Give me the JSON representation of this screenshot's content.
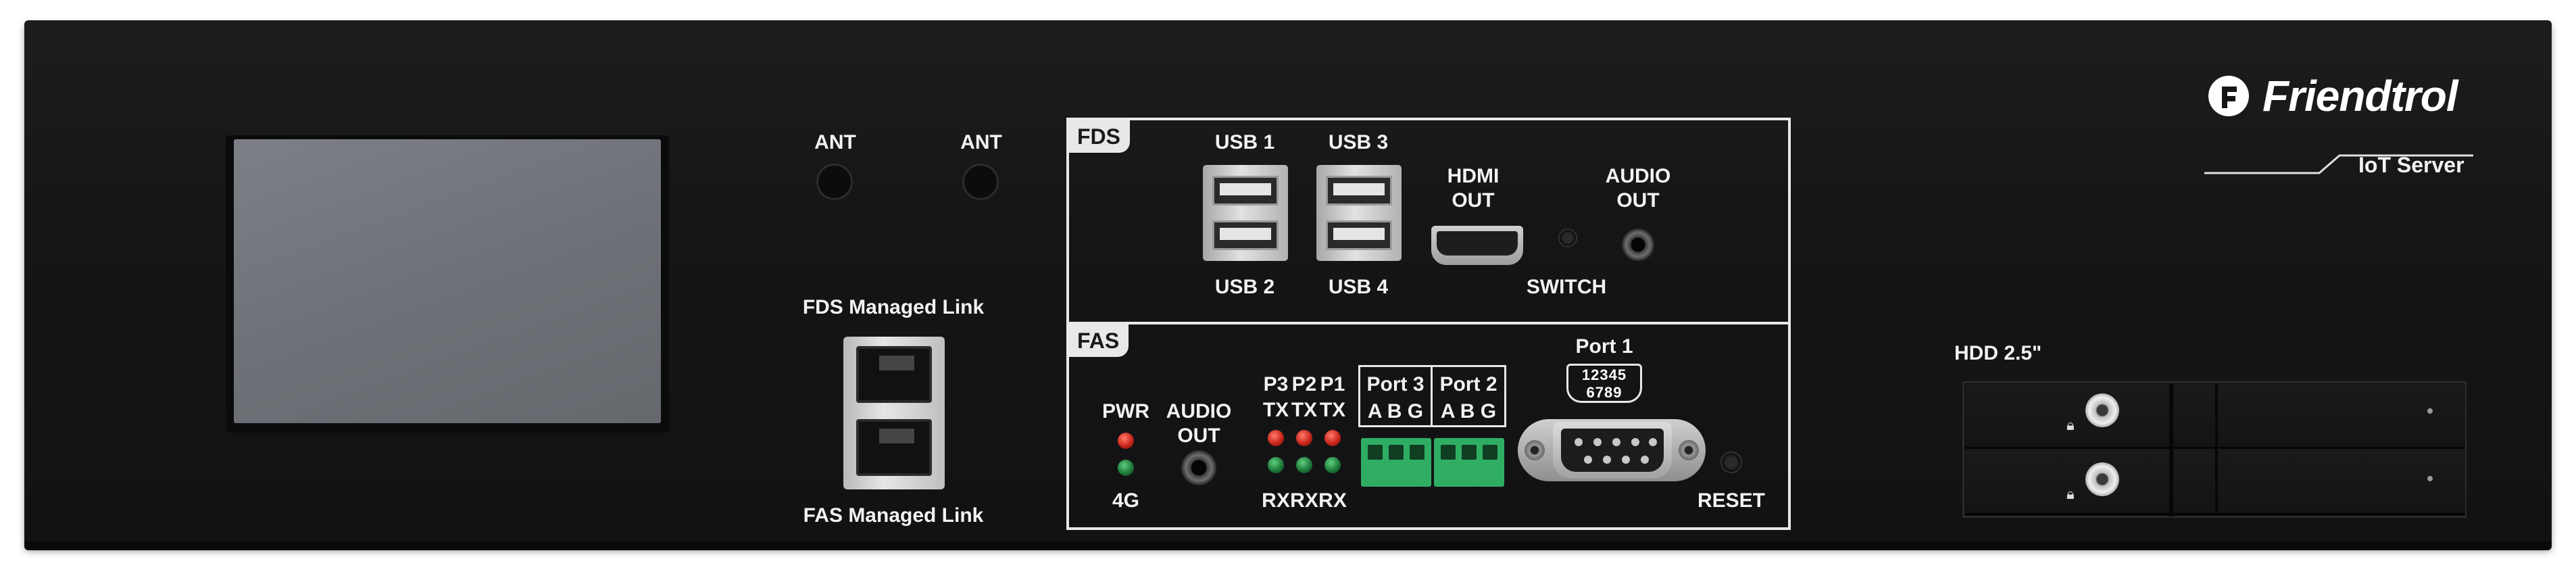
{
  "brand": {
    "name": "Friendtrol",
    "product": "IoT Server"
  },
  "antennas": [
    "ANT",
    "ANT"
  ],
  "fds_link_label": "FDS Managed Link",
  "fas_link_label": "FAS Managed Link",
  "fds": {
    "tag": "FDS",
    "usb_top": [
      "USB 1",
      "USB 3"
    ],
    "usb_bottom": [
      "USB 2",
      "USB 4"
    ],
    "hdmi_label": [
      "HDMI",
      "OUT"
    ],
    "audio_label": [
      "AUDIO",
      "OUT"
    ],
    "switch_label": "SWITCH"
  },
  "fas": {
    "tag": "FAS",
    "pwr_label": "PWR",
    "fourg_label": "4G",
    "audio_label": [
      "AUDIO",
      "OUT"
    ],
    "serial_headers": [
      "P3",
      "P2",
      "P1"
    ],
    "tx_labels": [
      "TX",
      "TX",
      "TX"
    ],
    "rx_labels": [
      "RX",
      "RX",
      "RX"
    ],
    "port3": {
      "title": "Port 3",
      "pins": "A B G"
    },
    "port2": {
      "title": "Port 2",
      "pins": "A B G"
    },
    "port1": {
      "title": "Port 1",
      "pins_top": "12345",
      "pins_bottom": "6789"
    },
    "reset_label": "RESET"
  },
  "hdd_label": "HDD 2.5\"",
  "colors": {
    "chassis": "#151517",
    "panel_line": "#e8e8e8",
    "led_red": "#c8261b",
    "led_green": "#1e7a3a",
    "terminal_green": "#2fae63"
  }
}
